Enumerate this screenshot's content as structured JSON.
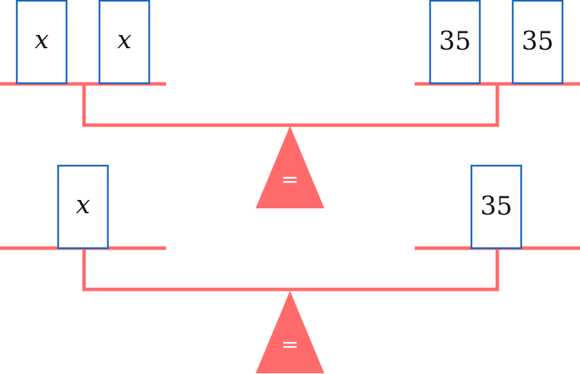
{
  "colors": {
    "balance": "#ff6b6b",
    "block_border": "#1565c0",
    "block_fill": "#ffffff",
    "text": "#111111",
    "fulcrum_symbol": "#ffffff"
  },
  "balances": [
    {
      "fulcrum_symbol": "=",
      "left_blocks": [
        {
          "label": "x"
        },
        {
          "label": "x"
        }
      ],
      "right_blocks": [
        {
          "label": "35"
        },
        {
          "label": "35"
        }
      ]
    },
    {
      "fulcrum_symbol": "=",
      "left_blocks": [
        {
          "label": "x"
        }
      ],
      "right_blocks": [
        {
          "label": "35"
        }
      ]
    }
  ]
}
